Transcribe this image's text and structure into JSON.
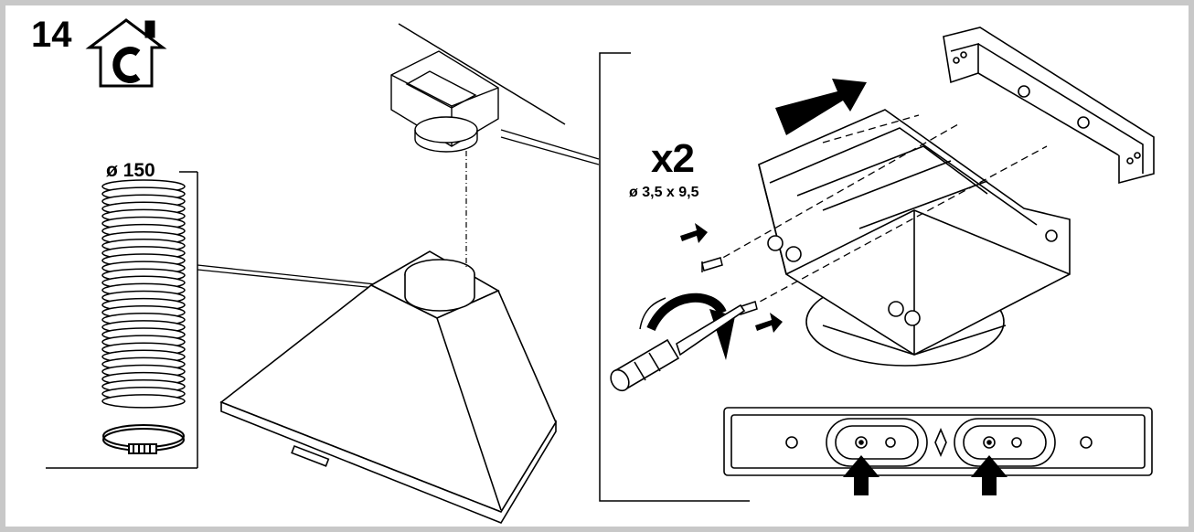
{
  "step": {
    "number": "14",
    "icon": "house-c-icon"
  },
  "hose": {
    "diameter_label": "ø 150"
  },
  "screws": {
    "quantity_label": "x2",
    "size_label": "ø 3,5 x 9,5"
  },
  "colors": {
    "line": "#000000",
    "frame": "#c8c8c8",
    "background": "#ffffff"
  }
}
